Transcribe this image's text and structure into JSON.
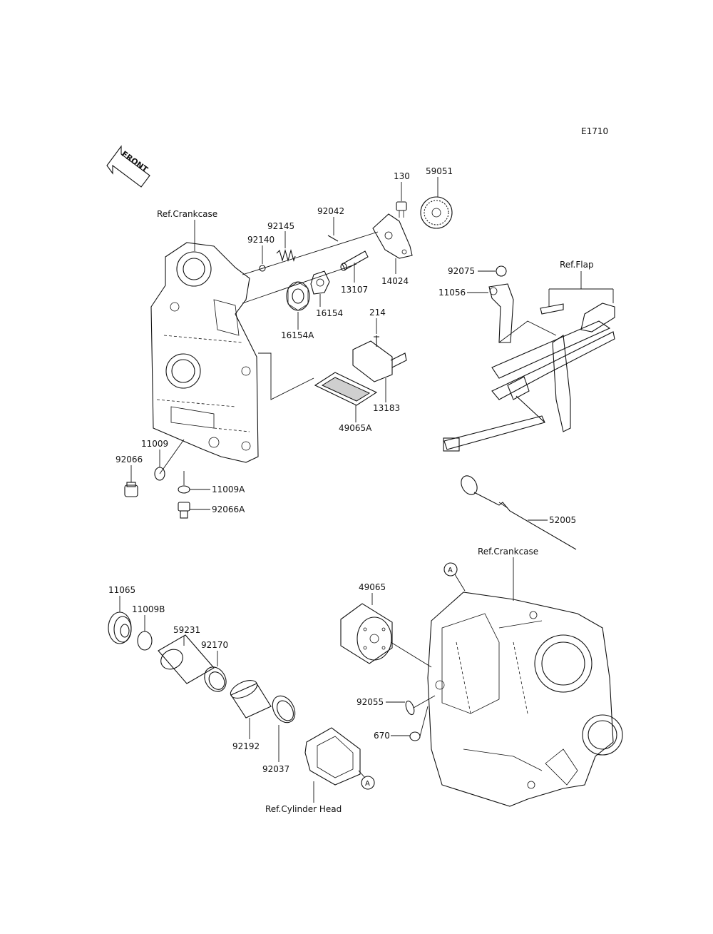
{
  "diagram_code": "E1710",
  "front_arrow": "FRONT",
  "refs": {
    "crankcase_top": "Ref.Crankcase",
    "flap": "Ref.Flap",
    "crankcase_bottom": "Ref.Crankcase",
    "cylinder_head": "Ref.Cylinder Head",
    "marker_a": "A"
  },
  "parts": {
    "p130": "130",
    "p59051": "59051",
    "p92042": "92042",
    "p92145": "92145",
    "p92140": "92140",
    "p13107": "13107",
    "p14024": "14024",
    "p16154": "16154",
    "p16154a": "16154A",
    "p214": "214",
    "p13183": "13183",
    "p49065a": "49065A",
    "p92075": "92075",
    "p11056": "11056",
    "p11009": "11009",
    "p92066": "92066",
    "p11009a": "11009A",
    "p92066a": "92066A",
    "p52005": "52005",
    "p11065": "11065",
    "p11009b": "11009B",
    "p59231": "59231",
    "p92170": "92170",
    "p92192": "92192",
    "p92037": "92037",
    "p49065": "49065",
    "p92055": "92055",
    "p670": "670"
  }
}
